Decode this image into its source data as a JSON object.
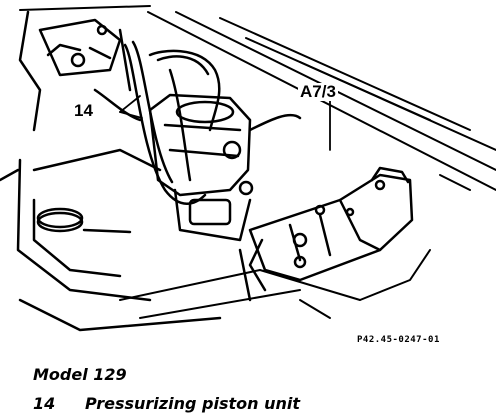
{
  "diagram": {
    "callouts": {
      "part_14": "14",
      "part_a7_3": "A7/3"
    },
    "figure_ref": "P42.45-0247-01"
  },
  "caption": {
    "model": "Model 129",
    "legend": [
      {
        "number": "14",
        "text": "Pressurizing piston unit"
      }
    ]
  }
}
